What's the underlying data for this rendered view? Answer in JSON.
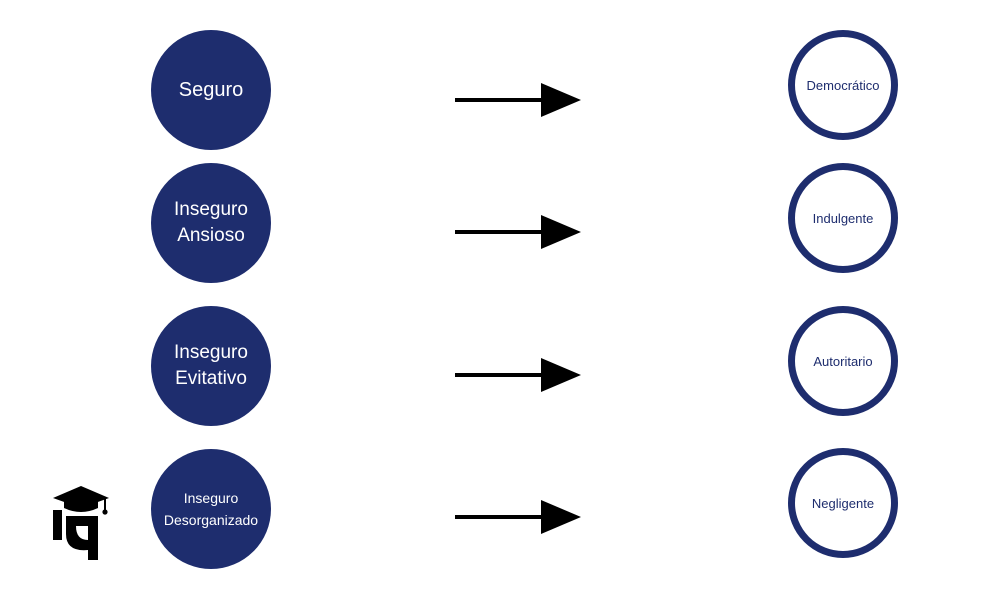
{
  "diagram": {
    "left_nodes": [
      {
        "id": "seguro",
        "lines": [
          "Seguro"
        ]
      },
      {
        "id": "ansioso",
        "lines": [
          "Inseguro",
          "Ansioso"
        ]
      },
      {
        "id": "evitativo",
        "lines": [
          "Inseguro",
          "Evitativo"
        ]
      },
      {
        "id": "desorganizado",
        "lines": [
          "Inseguro",
          "Desorganizado"
        ]
      }
    ],
    "right_nodes": [
      {
        "id": "democratico",
        "label": "Democrático"
      },
      {
        "id": "indulgente",
        "label": "Indulgente"
      },
      {
        "id": "autoritario",
        "label": "Autoritario"
      },
      {
        "id": "negligente",
        "label": "Negligente"
      }
    ],
    "colors": {
      "node_fill": "#1e2d6e",
      "node_text": "#ffffff",
      "arrow": "#000000"
    },
    "logo_icon": "graduation-cap-logo-icon"
  }
}
